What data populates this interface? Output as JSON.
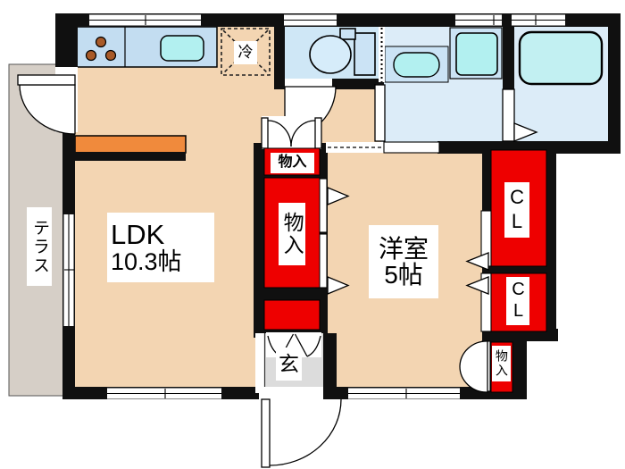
{
  "floorplan": {
    "rooms": {
      "ldk": {
        "name": "LDK",
        "size": "10.3帖"
      },
      "western_room": {
        "name": "洋室",
        "size": "5帖"
      },
      "terrace": {
        "name": "テラス"
      },
      "entrance": {
        "name": "玄"
      },
      "refrigerator": {
        "name": "冷"
      }
    },
    "storage": {
      "hall_storage": "物入",
      "main_storage": "物入",
      "closet_upper": "CL",
      "closet_lower": "CL",
      "corner_storage": "物入"
    },
    "colors": {
      "floor": "#f3d5b2",
      "terrace": "#d6cfc7",
      "entrance_floor": "#dcdcdc",
      "wet_floor": "#dcecf8",
      "toilet_floor": "#cfe7f6",
      "fixture": "#cbe3f5",
      "water": "#b2f0f0",
      "counter": "#c3ddf1",
      "closet": "#ee0000",
      "accent_bar": "#f08a3c",
      "wall": "#101010",
      "burner": "#a85a28"
    }
  }
}
